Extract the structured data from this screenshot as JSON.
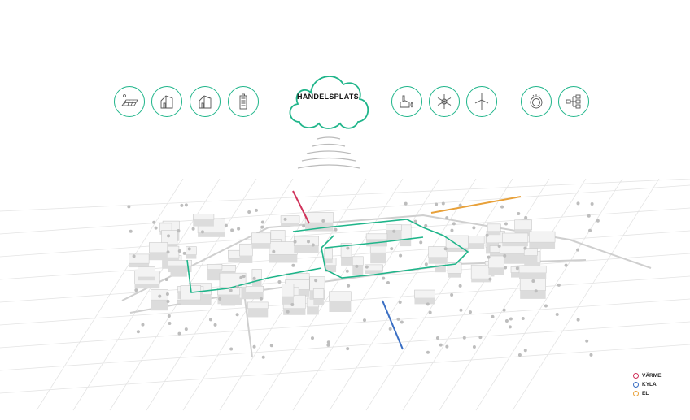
{
  "cloud": {
    "label": "HANDELSPLATS"
  },
  "icons_left": [
    {
      "name": "solar-panel-icon"
    },
    {
      "name": "house-icon"
    },
    {
      "name": "house-with-solar-icon"
    },
    {
      "name": "battery-icon"
    }
  ],
  "icons_right": [
    {
      "name": "factory-icon"
    },
    {
      "name": "snowflake-icon"
    },
    {
      "name": "wind-turbine-icon"
    }
  ],
  "icons_far_right": [
    {
      "name": "meter-icon"
    },
    {
      "name": "network-icon"
    }
  ],
  "legend": [
    {
      "label": "VÄRME",
      "color": "#d0325a"
    },
    {
      "label": "KYLA",
      "color": "#3a6fc4"
    },
    {
      "label": "EL",
      "color": "#e8a13a"
    }
  ],
  "colors": {
    "accent": "#1fb58a"
  }
}
